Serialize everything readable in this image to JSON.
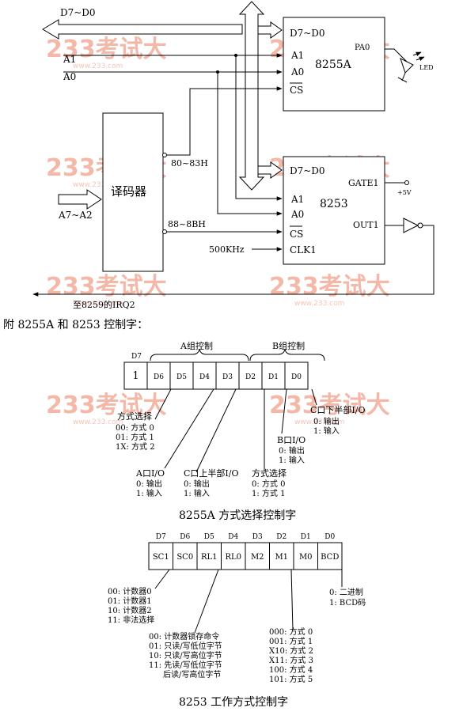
{
  "watermark": {
    "text": "233考试大",
    "sub": "www.233.com"
  },
  "schematic": {
    "bus_label": "D7~D0",
    "a1": "A1",
    "a0": "A0",
    "decoder_label": "译码器",
    "decoder_input": "A7~A2",
    "addr_8255": "80~83H",
    "addr_8253": "88~8BH",
    "chip_8255": {
      "name": "8255A",
      "d": "D7~D0",
      "a1": "A1",
      "a0": "A0",
      "cs": "CS",
      "pa0": "PA0",
      "led": "LED"
    },
    "chip_8253": {
      "name": "8253",
      "d": "D7~D0",
      "gate": "GATE1",
      "plus5v": "+5V",
      "a1": "A1",
      "a0": "A0",
      "cs": "CS",
      "out": "OUT1",
      "clk": "CLK1",
      "clk_freq": "500KHz"
    },
    "irq": "至8259的IRQ2"
  },
  "section_title": "附 8255A 和 8253 控制字：",
  "cw8255": {
    "d7_label": "D7",
    "group_a": "A组控制",
    "group_b": "B组控制",
    "cells": [
      "1",
      "D6",
      "D5",
      "D4",
      "D3",
      "D2",
      "D1",
      "D0"
    ],
    "mode_a": {
      "title": "方式选择",
      "lines": [
        "00: 方式 0",
        "01: 方式 1",
        "1X: 方式 2"
      ]
    },
    "port_a": {
      "title": "A口I/O",
      "lines": [
        "0: 输出",
        "1: 输入"
      ]
    },
    "port_c_upper": {
      "title": "C口上半部I/O",
      "lines": [
        "0: 输出",
        "1: 输入"
      ]
    },
    "mode_b": {
      "title": "方式选择",
      "lines": [
        "0: 方式 0",
        "1: 方式 1"
      ]
    },
    "port_b": {
      "title": "B口I/O",
      "lines": [
        "0: 输出",
        "1: 输入"
      ]
    },
    "port_c_lower": {
      "title": "C口下半部I/O",
      "lines": [
        "0: 输出",
        "1: 输入"
      ]
    },
    "caption": "8255A 方式选择控制字"
  },
  "cw8253": {
    "bits": [
      "D7",
      "D6",
      "D5",
      "D4",
      "D3",
      "D2",
      "D1",
      "D0"
    ],
    "cells": [
      "SC1",
      "SC0",
      "RL1",
      "RL0",
      "M2",
      "M1",
      "M0",
      "BCD"
    ],
    "sc_lines": [
      "00: 计数器0",
      "01: 计数器1",
      "10: 计数器2",
      "11: 非法选择"
    ],
    "rl_lines": [
      "00: 计数器锁存命令",
      "01: 只读/写低位字节",
      "10: 只读/写高位字节",
      "11: 先读/写低位字节",
      "后读/写高位字节"
    ],
    "mode_lines": [
      "000: 方式 0",
      "001: 方式 1",
      "X10: 方式 2",
      "X11: 方式 3",
      "100: 方式 4",
      "101: 方式 5"
    ],
    "bcd_lines": [
      "0: 二进制",
      "1: BCD码"
    ],
    "caption": "8253 工作方式控制字"
  }
}
